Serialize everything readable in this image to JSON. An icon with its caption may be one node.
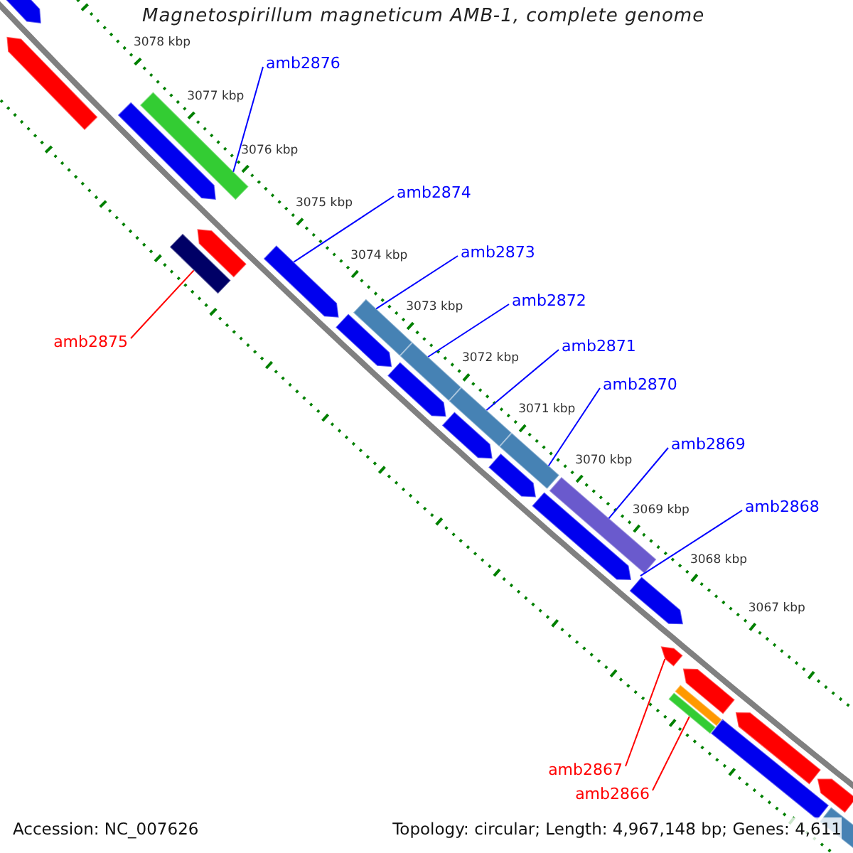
{
  "diagram": {
    "title": "Magnetospirillum magneticum AMB-1, complete genome",
    "nodes": [
      {
        "text": [
          "amb2876"
        ]
      },
      {
        "text": [],
        "shape": "bar"
      },
      {
        "text": [
          "amb2874"
        ]
      },
      {
        "text": [],
        "shape": "pentagon"
      },
      {
        "text": [
          "amb2873"
        ]
      },
      {
        "text": [],
        "shape": "bar"
      },
      {
        "text": [
          "amb2872"
        ]
      },
      {
        "text": [],
        "shape": "bar"
      },
      {
        "text": [
          "amb2871"
        ]
      },
      {
        "text": [],
        "shape": "bar"
      },
      {
        "text": [
          "amb2870"
        ]
      },
      {
        "text": [],
        "shape": "bar"
      },
      {
        "text": [
          "amb2875"
        ]
      },
      {
        "text": [],
        "shape": "bar"
      },
      {
        "text": [
          "amb2869"
        ]
      },
      {
        "text": [],
        "shape": "bar"
      },
      {
        "text": [
          "amb2868"
        ]
      },
      {
        "text": [],
        "shape": "pentagon"
      },
      {
        "text": [
          "amb2867"
        ]
      },
      {
        "text": [],
        "shape": "pentagon"
      },
      {
        "text": [
          "amb2866"
        ]
      },
      {
        "text": [],
        "shape": "bar"
      },
      {
        "text": [],
        "shape": "pentagon"
      },
      {
        "text": [],
        "shape": "pentagon"
      },
      {
        "text": [],
        "shape": "pentagon"
      },
      {
        "text": [],
        "shape": "pentagon"
      },
      {
        "text": [],
        "shape": "pentagon"
      },
      {
        "text": [],
        "shape": "pentagon"
      },
      {
        "text": [],
        "shape": "pentagon"
      },
      {
        "text": [],
        "shape": "pentagon"
      },
      {
        "text": [],
        "shape": "pentagon"
      },
      {
        "text": [],
        "shape": "pentagon"
      },
      {
        "text": [],
        "shape": "bar"
      },
      {
        "text": [],
        "shape": "pentagon"
      },
      {
        "text": [],
        "shape": "pentagon"
      },
      {
        "text": [],
        "shape": "pentagon"
      },
      {
        "text": [],
        "shape": "bar"
      },
      {
        "text": [],
        "shape": "bar"
      }
    ],
    "edges": [
      {
        "from": 0,
        "to": 1,
        "arrow": "none"
      },
      {
        "from": 2,
        "to": 3,
        "arrow": "none"
      },
      {
        "from": 4,
        "to": 5,
        "arrow": "none"
      },
      {
        "from": 6,
        "to": 7,
        "arrow": "none"
      },
      {
        "from": 8,
        "to": 9,
        "arrow": "none"
      },
      {
        "from": 10,
        "to": 11,
        "arrow": "none"
      },
      {
        "from": 12,
        "to": 13,
        "arrow": "none",
        "color": "#ff0000"
      },
      {
        "from": 14,
        "to": 15,
        "arrow": "none"
      },
      {
        "from": 16,
        "to": 17,
        "arrow": "none"
      },
      {
        "from": 18,
        "to": 19,
        "arrow": "none",
        "color": "#ff0000"
      },
      {
        "from": 20,
        "to": 21,
        "arrow": "none",
        "color": "#ff0000"
      }
    ],
    "labels": [
      "3078 kbp",
      "3077 kbp",
      "3076 kbp",
      "3075 kbp",
      "3074 kbp",
      "3073 kbp",
      "3072 kbp",
      "3071 kbp",
      "3070 kbp",
      "3069 kbp",
      "3068 kbp",
      "3067 kbp",
      "Accession: NC_007626",
      "Topology: circular; Length: 4,967,148 bp; Genes: 4,611"
    ]
  }
}
